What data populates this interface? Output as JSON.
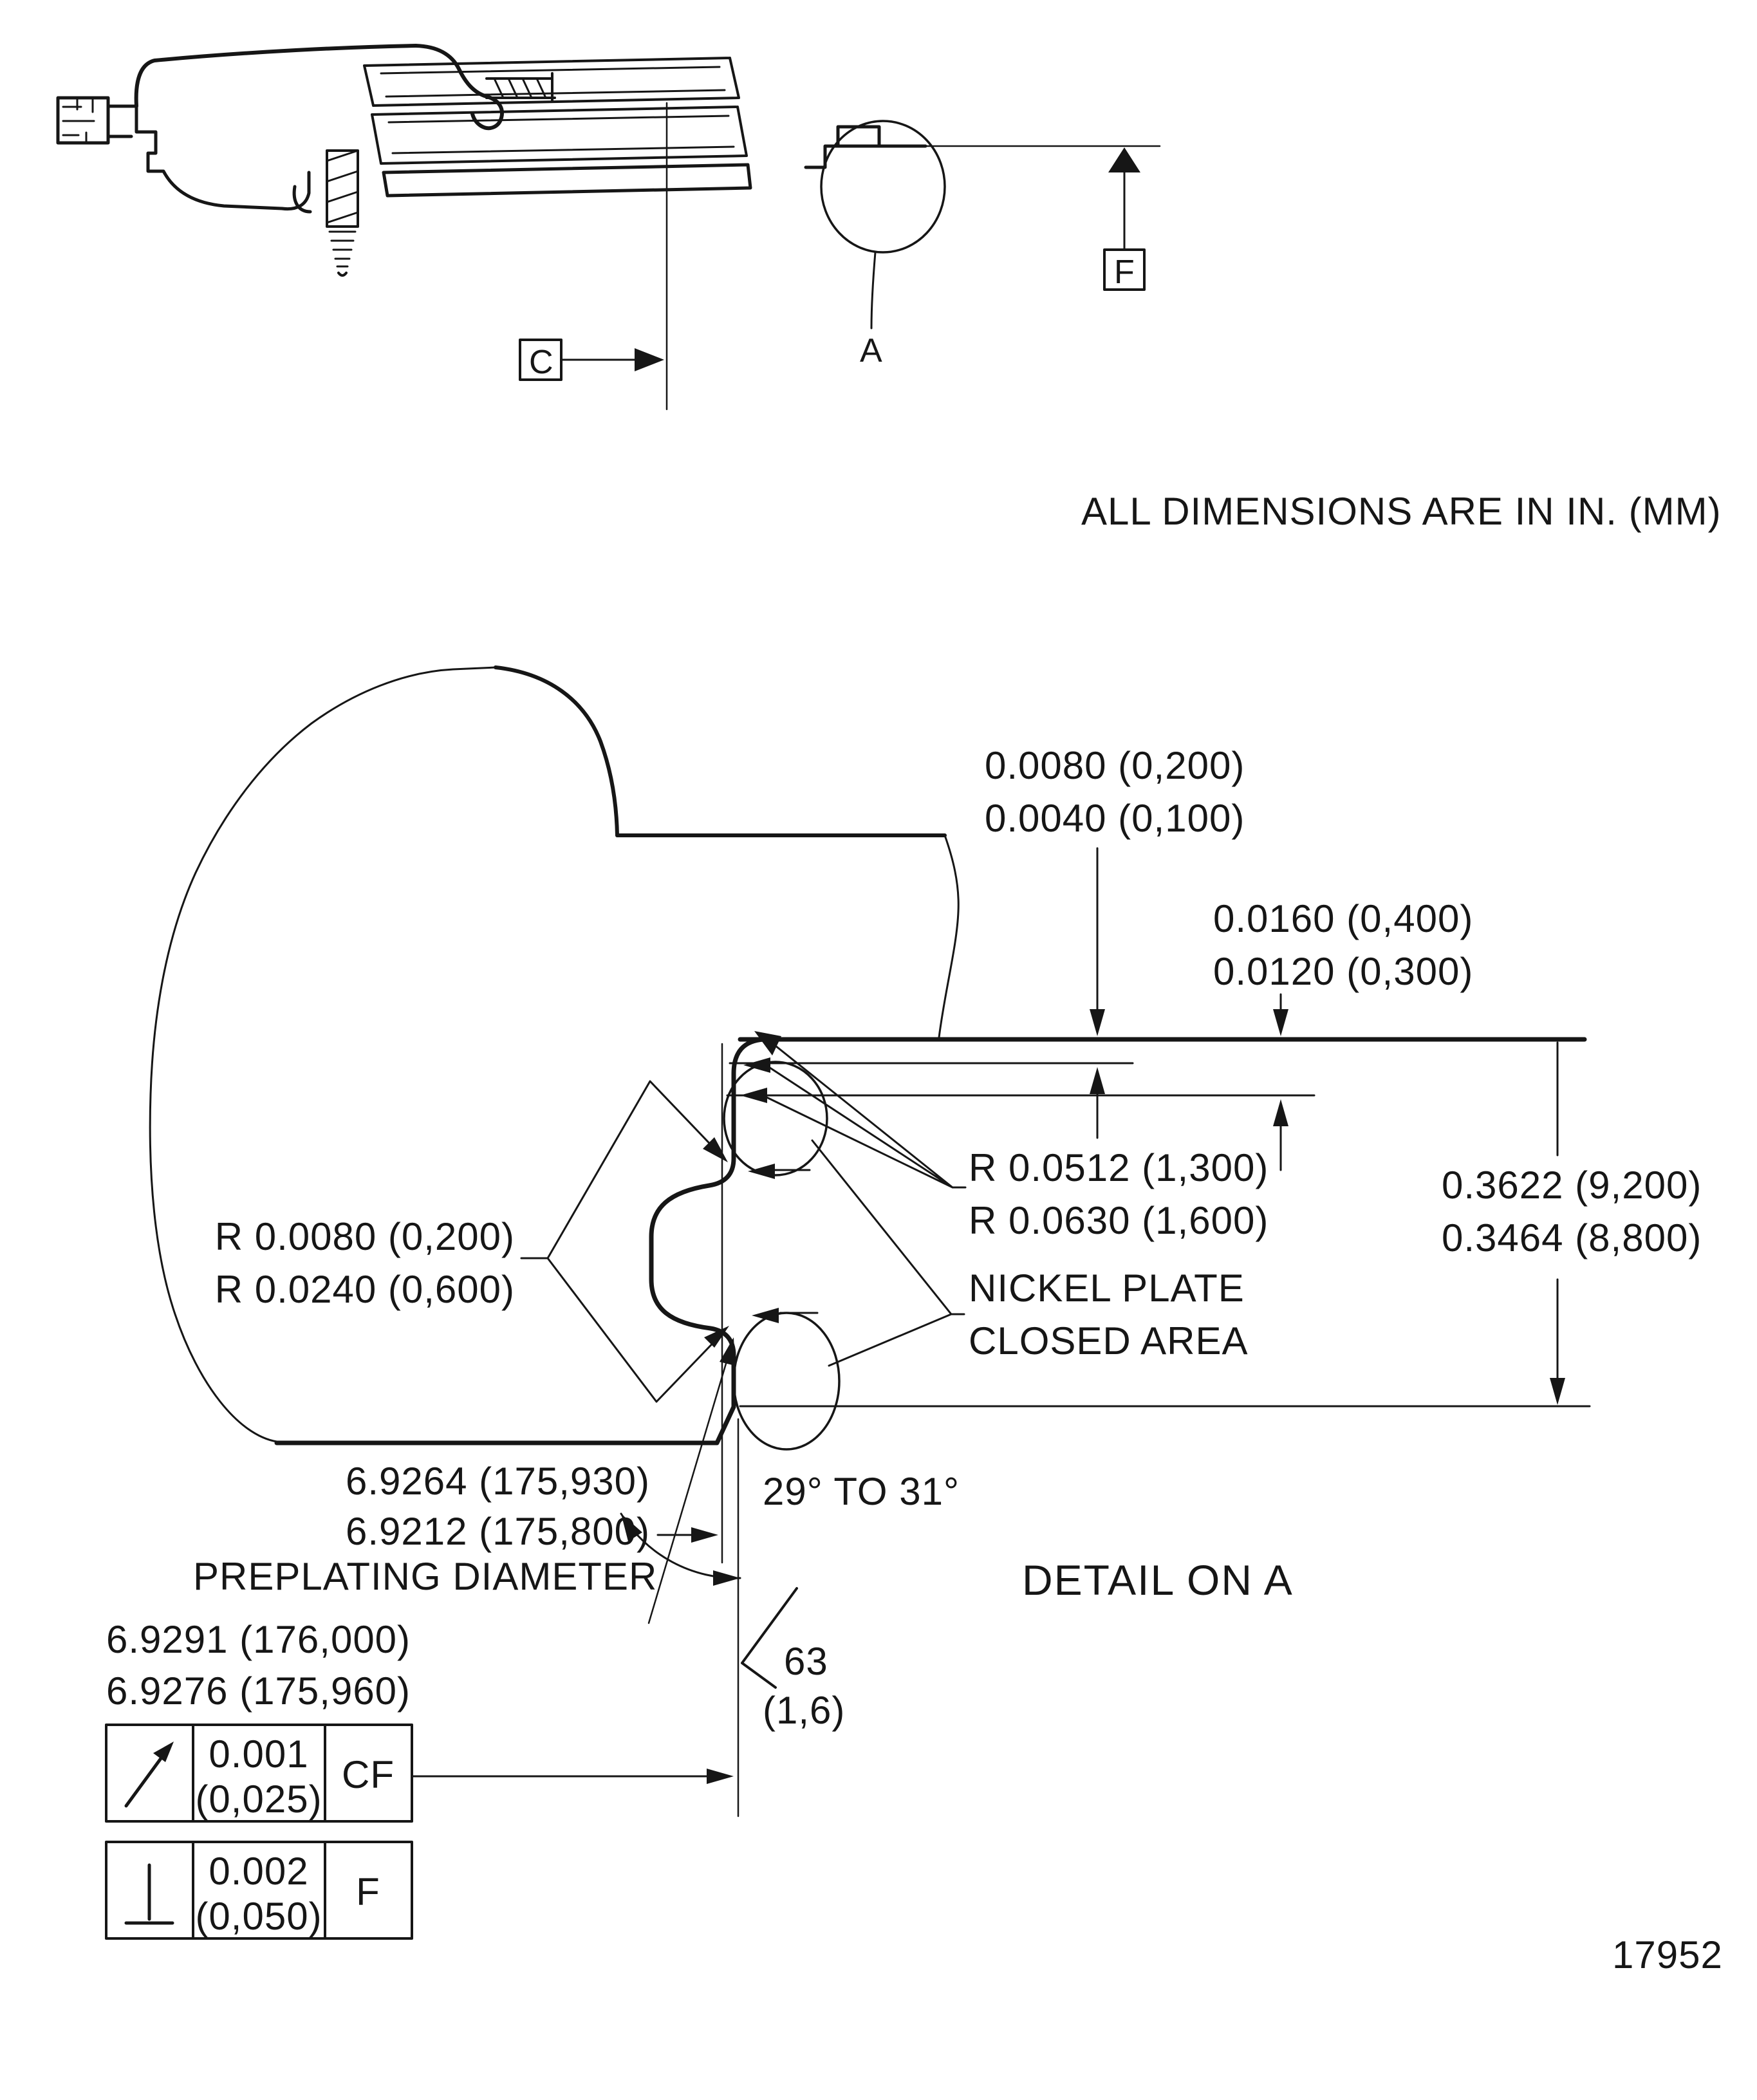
{
  "drawing": {
    "units_note": "ALL DIMENSIONS ARE IN IN. (MM)",
    "figure_number": "17952",
    "detail_title": "DETAIL ON A",
    "datums": {
      "c": "C",
      "f": "F",
      "balloon_a": "A"
    },
    "detail": {
      "plating_thickness_top": {
        "line1": "0.0080 (0,200)",
        "line2": "0.0040 (0,100)"
      },
      "plating_thickness_face": {
        "line1": "0.0160 (0,400)",
        "line2": "0.0120 (0,300)"
      },
      "corner_radius": {
        "line1": "R 0.0512 (1,300)",
        "line2": "R 0.0630 (1,600)"
      },
      "groove_depth": {
        "line1": "0.3622 (9,200)",
        "line2": "0.3464 (8,800)"
      },
      "groove_radius": {
        "line1": "R 0.0080 (0,200)",
        "line2": "R 0.0240 (0,600)"
      },
      "nickel_note": {
        "line1": "NICKEL PLATE",
        "line2": "CLOSED AREA"
      },
      "chamfer_angle": "29° TO 31°",
      "preplating": {
        "line1": "6.9264 (175,930)",
        "line2": "6.9212 (175,800)",
        "label": "PREPLATING DIAMETER"
      },
      "finished_diameter": {
        "line1": "6.9291 (176,000)",
        "line2": "6.9276 (175,960)"
      },
      "surface_finish": {
        "value": "63",
        "value_mm": "(1,6)"
      }
    },
    "feature_control_frames": [
      {
        "symbol": "circular-runout-arrow",
        "tolerance": "0.001",
        "tolerance_mm": "(0,025)",
        "datum": "CF"
      },
      {
        "symbol": "perpendicularity",
        "tolerance": "0.002",
        "tolerance_mm": "(0,050)",
        "datum": "F"
      }
    ]
  }
}
